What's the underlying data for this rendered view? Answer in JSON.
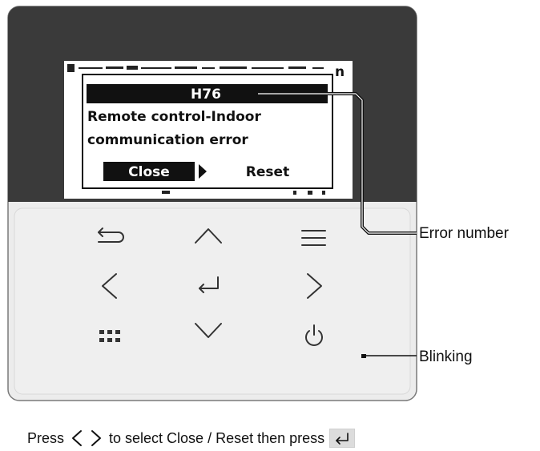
{
  "screen": {
    "header_text": "H76",
    "message_line1": "Remote control-Indoor",
    "message_line2": "communication error",
    "close_label": "Close",
    "reset_label": "Reset"
  },
  "buttons": [
    {
      "name": "back-button",
      "icon": "return-arrow-icon"
    },
    {
      "name": "up-button",
      "icon": "chevron-up-icon"
    },
    {
      "name": "menu-button",
      "icon": "hamburger-menu-icon"
    },
    {
      "name": "left-button",
      "icon": "chevron-left-icon"
    },
    {
      "name": "enter-button",
      "icon": "enter-arrow-icon"
    },
    {
      "name": "right-button",
      "icon": "chevron-right-icon"
    },
    {
      "name": "grid-button",
      "icon": "dot-grid-icon"
    },
    {
      "name": "down-button",
      "icon": "chevron-down-icon"
    },
    {
      "name": "power-button",
      "icon": "power-icon"
    }
  ],
  "callouts": {
    "error_number": "Error number",
    "blinking": "Blinking"
  },
  "caption": {
    "press": "Press",
    "middle": "to select Close / Reset then press"
  },
  "colors": {
    "bezel_top": "#3a3a3a",
    "bezel_bottom": "#ececec",
    "lcd_bg": "#ffffff",
    "highlight": "#111111"
  }
}
